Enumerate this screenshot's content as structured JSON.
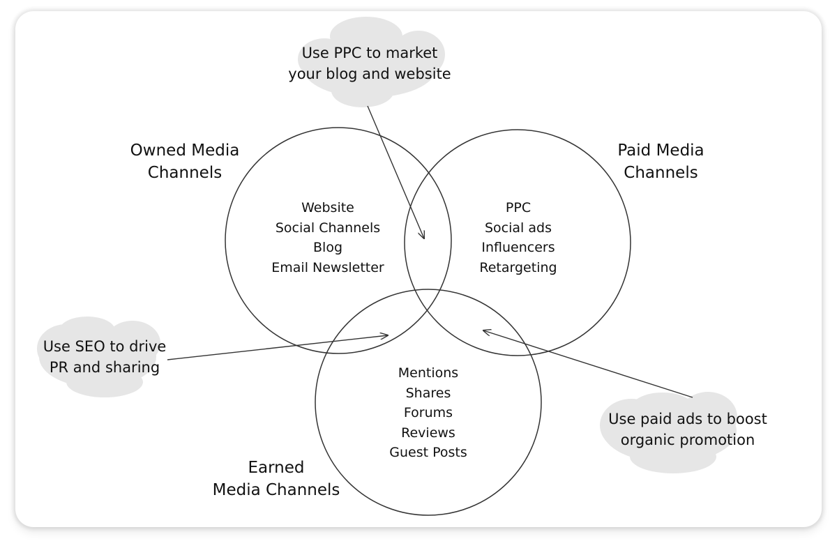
{
  "diagram": {
    "owned": {
      "title_lines": [
        "Owned Media",
        "Channels"
      ],
      "items": [
        "Website",
        "Social Channels",
        "Blog",
        "Email Newsletter"
      ]
    },
    "paid": {
      "title_lines": [
        "Paid Media",
        "Channels"
      ],
      "items": [
        "PPC",
        "Social ads",
        "Influencers",
        "Retargeting"
      ]
    },
    "earned": {
      "title_lines": [
        "Earned",
        "Media Channels"
      ],
      "items": [
        "Mentions",
        "Shares",
        "Forums",
        "Reviews",
        "Guest Posts"
      ]
    },
    "notes": {
      "ppc": [
        "Use PPC to market",
        "your blog and website"
      ],
      "seo": [
        "Use SEO to drive",
        "PR and sharing"
      ],
      "ads": [
        "Use paid ads to boost",
        "organic promotion"
      ]
    },
    "colors": {
      "stroke": "#333333",
      "cloud": "#e6e6e6",
      "text": "#111111"
    }
  }
}
